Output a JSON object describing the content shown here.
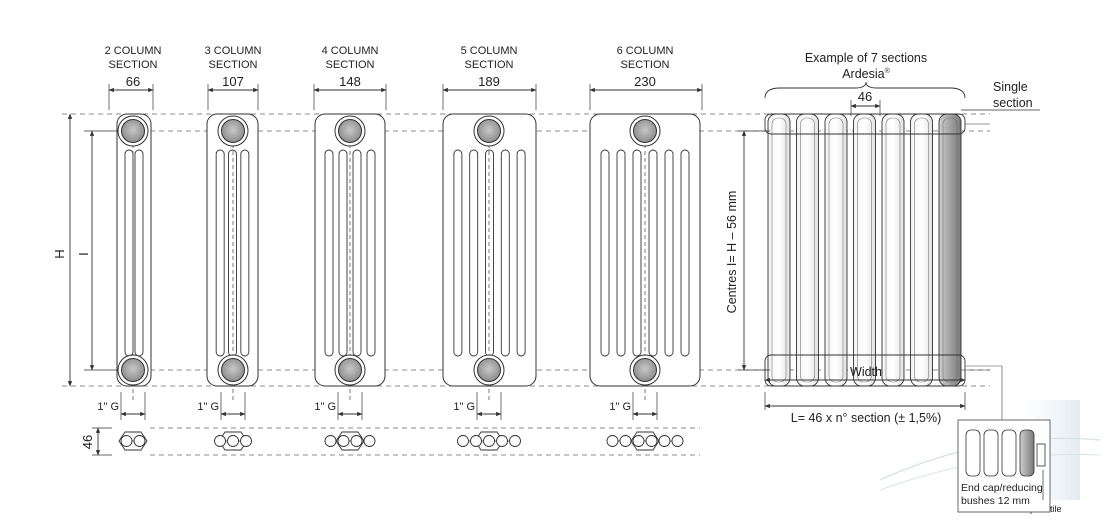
{
  "sections": [
    {
      "label_line1": "2 COLUMN",
      "label_line2": "SECTION",
      "width_mm": "66",
      "thread": "1\" G",
      "columns": 2
    },
    {
      "label_line1": "3 COLUMN",
      "label_line2": "SECTION",
      "width_mm": "107",
      "thread": "1\" G",
      "columns": 3
    },
    {
      "label_line1": "4 COLUMN",
      "label_line2": "SECTION",
      "width_mm": "148",
      "thread": "1\" G",
      "columns": 4
    },
    {
      "label_line1": "5 COLUMN",
      "label_line2": "SECTION",
      "width_mm": "189",
      "thread": "1\" G",
      "columns": 5
    },
    {
      "label_line1": "6 COLUMN",
      "label_line2": "SECTION",
      "width_mm": "230",
      "thread": "1\" G",
      "columns": 6
    }
  ],
  "height_label": "H",
  "centres_label": "I",
  "depth_label": "46",
  "example": {
    "title": "Example of 7 sections",
    "brand": "Ardesia",
    "brand_mark": "®",
    "section_pitch": "46",
    "single_line1": "Single",
    "single_line2": "section",
    "centres_text": "Centres I= H – 56 mm",
    "width_label": "Width",
    "length_formula": "L= 46 x n° section (± 1,5%)",
    "section_count": 7
  },
  "detail": {
    "caption_line1": "End cap/reducing",
    "caption_line2": "bushes 12 mm"
  },
  "watermark": "paeotile"
}
